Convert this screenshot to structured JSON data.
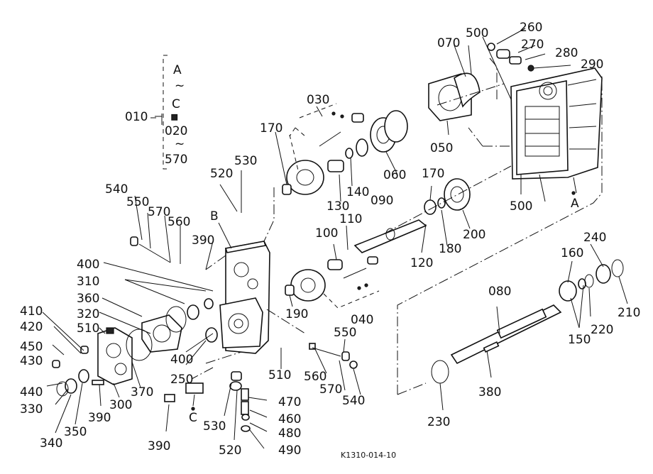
{
  "callouts": {
    "c010": "010",
    "range_top": "A",
    "tilde1": "~",
    "range_mid": "C",
    "range_020": "020",
    "tilde2": "~",
    "range_570": "570",
    "c030": "030",
    "c040": "040",
    "c050": "050",
    "c060": "060",
    "c070": "070",
    "c080": "080",
    "c090": "090",
    "c100": "100",
    "c110": "110",
    "c120": "120",
    "c130": "130",
    "c140": "140",
    "c150": "150",
    "c160": "160",
    "c170a": "170",
    "c170b": "170",
    "c180": "180",
    "c190": "190",
    "c200": "200",
    "c210": "210",
    "c220": "220",
    "c230": "230",
    "c240": "240",
    "c250": "250",
    "c260": "260",
    "c270": "270",
    "c280": "280",
    "c290": "290",
    "c300": "300",
    "c310": "310",
    "c320": "320",
    "c330": "330",
    "c340": "340",
    "c350": "350",
    "c360": "360",
    "c370": "370",
    "c380": "380",
    "c390a": "390",
    "c390b": "390",
    "c390c": "390",
    "c400a": "400",
    "c400b": "400",
    "c410": "410",
    "c420": "420",
    "c430": "430",
    "c440": "440",
    "c450": "450",
    "c460": "460",
    "c470": "470",
    "c480": "480",
    "c490": "490",
    "c500a": "500",
    "c500b": "500",
    "c510a": "510",
    "c510b": "510",
    "c520a": "520",
    "c520b": "520",
    "c530a": "530",
    "c530b": "530",
    "c540a": "540",
    "c540b": "540",
    "c550a": "550",
    "c550b": "550",
    "c560a": "560",
    "c560b": "560",
    "c570a": "570",
    "c570b": "570",
    "refA": "A",
    "refB": "B",
    "refC": "C"
  },
  "footer": {
    "code": "K1310-014-10"
  }
}
